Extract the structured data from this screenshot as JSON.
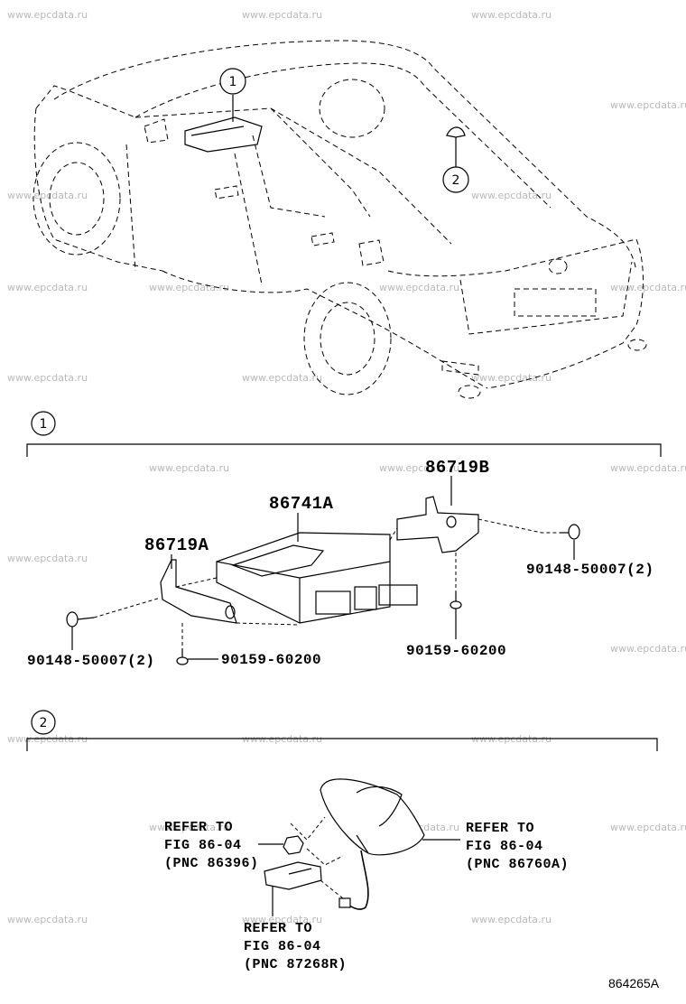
{
  "watermark": "www.epcdata.ru",
  "callouts": {
    "one": "1",
    "two": "2"
  },
  "section1": {
    "marker": "1",
    "parts": {
      "bracket_b": "86719B",
      "ecu": "86741A",
      "bracket_a": "86719A",
      "bolt_left": "90148-50007(2)",
      "bolt_right": "90148-50007(2)",
      "screw_left": "90159-60200",
      "screw_right": "90159-60200"
    }
  },
  "section2": {
    "marker": "2",
    "refs": {
      "ref_a": {
        "line1": "REFER TO",
        "line2": "FIG 86-04",
        "line3": "(PNC 86396)"
      },
      "ref_b": {
        "line1": "REFER TO",
        "line2": "FIG 86-04",
        "line3": "(PNC 86760A)"
      },
      "ref_c": {
        "line1": "REFER TO",
        "line2": "FIG 86-04",
        "line3": "(PNC 87268R)"
      }
    }
  },
  "figure_number": "864265A",
  "colors": {
    "ink": "#000000",
    "watermark": "#b9b9b9",
    "paper": "#ffffff"
  }
}
